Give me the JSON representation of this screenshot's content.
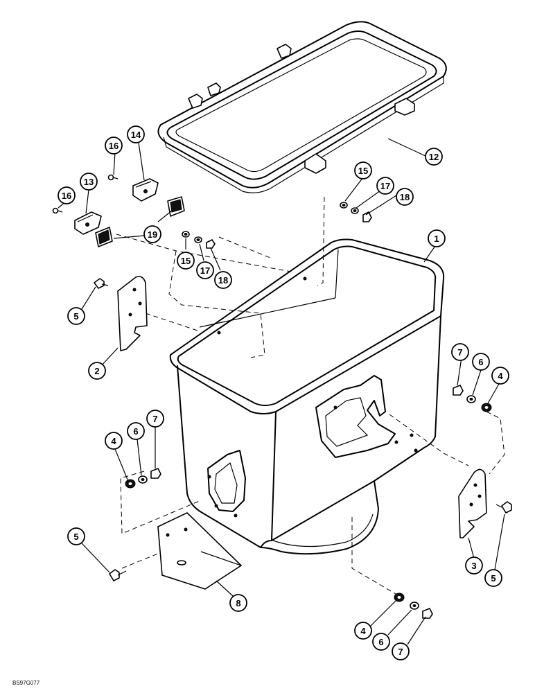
{
  "figure": {
    "code": "BS97G077"
  },
  "callouts": [
    {
      "id": "c1",
      "label": "1"
    },
    {
      "id": "c2",
      "label": "2"
    },
    {
      "id": "c3",
      "label": "3"
    },
    {
      "id": "c4a",
      "label": "4"
    },
    {
      "id": "c4b",
      "label": "4"
    },
    {
      "id": "c4c",
      "label": "4"
    },
    {
      "id": "c5a",
      "label": "5"
    },
    {
      "id": "c5b",
      "label": "5"
    },
    {
      "id": "c5c",
      "label": "5"
    },
    {
      "id": "c6a",
      "label": "6"
    },
    {
      "id": "c6b",
      "label": "6"
    },
    {
      "id": "c6c",
      "label": "6"
    },
    {
      "id": "c7a",
      "label": "7"
    },
    {
      "id": "c7b",
      "label": "7"
    },
    {
      "id": "c7c",
      "label": "7"
    },
    {
      "id": "c8",
      "label": "8"
    },
    {
      "id": "c12",
      "label": "12"
    },
    {
      "id": "c13",
      "label": "13"
    },
    {
      "id": "c14",
      "label": "14"
    },
    {
      "id": "c15a",
      "label": "15"
    },
    {
      "id": "c15b",
      "label": "15"
    },
    {
      "id": "c16a",
      "label": "16"
    },
    {
      "id": "c16b",
      "label": "16"
    },
    {
      "id": "c17a",
      "label": "17"
    },
    {
      "id": "c17b",
      "label": "17"
    },
    {
      "id": "c18a",
      "label": "18"
    },
    {
      "id": "c18b",
      "label": "18"
    },
    {
      "id": "c19",
      "label": "19"
    }
  ]
}
